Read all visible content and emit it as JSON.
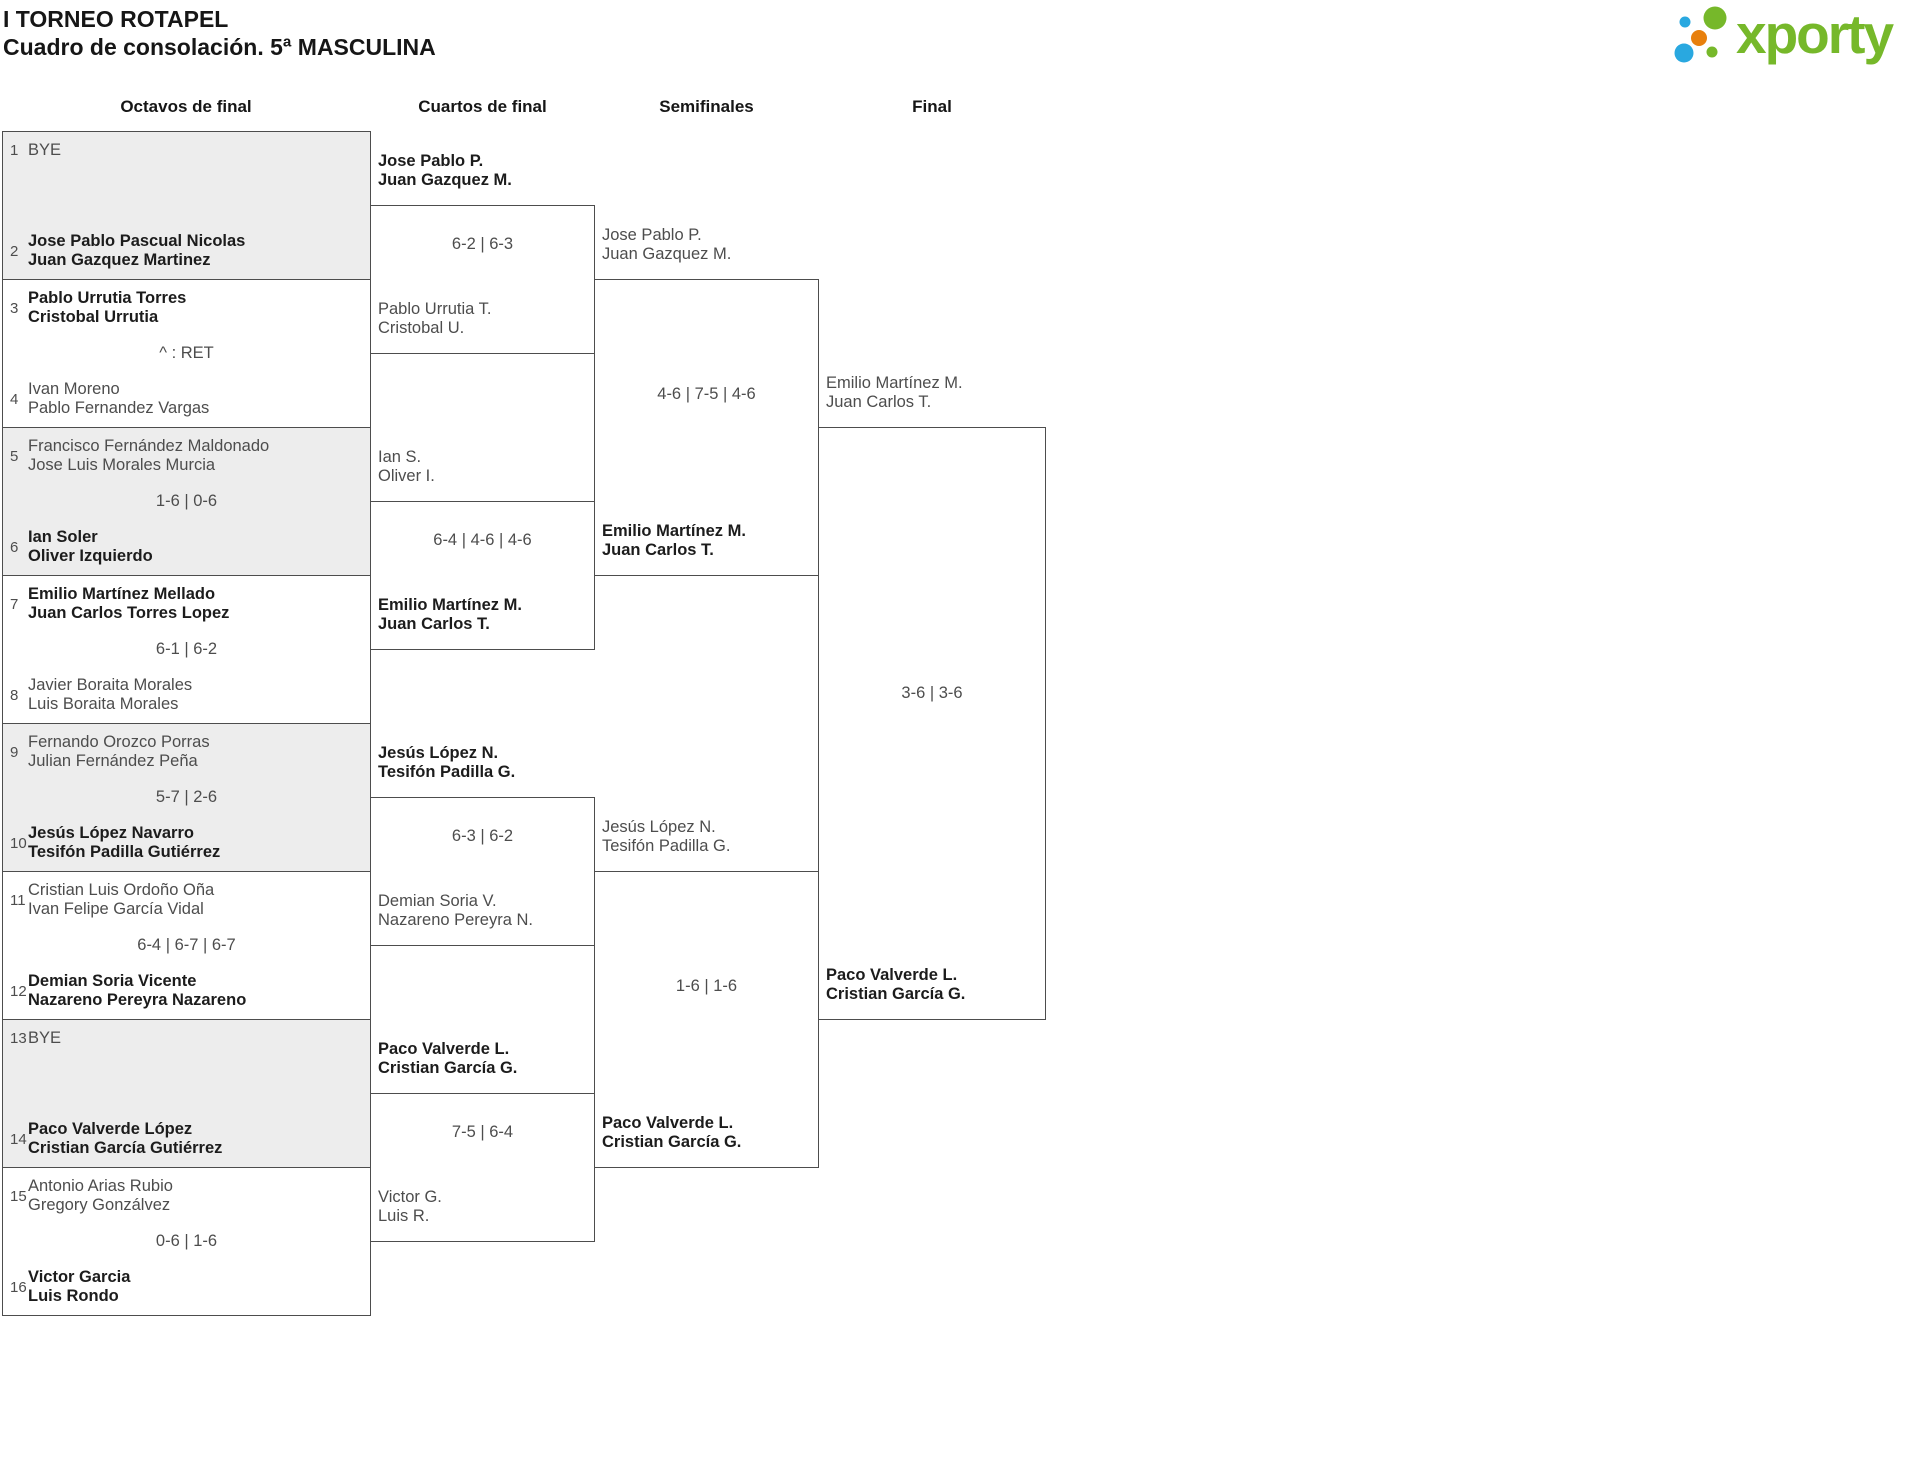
{
  "header": {
    "title_line1": "I TORNEO ROTAPEL",
    "title_line2": "Cuadro de consolación. 5ª MASCULINA"
  },
  "logo": {
    "text": "xporty",
    "colors": {
      "green": "#76b82a",
      "blue": "#29a8e0",
      "orange": "#e8800d"
    }
  },
  "colors": {
    "border": "#4d4d4d",
    "shaded_box": "#ededed",
    "regular_text": "#4d4d4d",
    "winner_text": "#1c1c1c"
  },
  "rounds": [
    {
      "label": "Octavos de final"
    },
    {
      "label": "Cuartos de final"
    },
    {
      "label": "Semifinales"
    },
    {
      "label": "Final"
    }
  ],
  "bracket": {
    "r16": [
      {
        "shaded": true,
        "top": {
          "seed": "1",
          "lines": [
            "BYE"
          ],
          "win": false
        },
        "score": "",
        "bottom": {
          "seed": "2",
          "lines": [
            "Jose Pablo Pascual Nicolas",
            "Juan Gazquez Martinez"
          ],
          "win": true
        }
      },
      {
        "shaded": false,
        "top": {
          "seed": "3",
          "lines": [
            "Pablo Urrutia Torres",
            "Cristobal Urrutia"
          ],
          "win": true
        },
        "score": "^ : RET",
        "bottom": {
          "seed": "4",
          "lines": [
            "Ivan Moreno",
            "Pablo Fernandez Vargas"
          ],
          "win": false
        }
      },
      {
        "shaded": true,
        "top": {
          "seed": "5",
          "lines": [
            "Francisco Fernández Maldonado",
            "Jose Luis Morales Murcia"
          ],
          "win": false
        },
        "score": "1-6 | 0-6",
        "bottom": {
          "seed": "6",
          "lines": [
            "Ian Soler",
            "Oliver Izquierdo"
          ],
          "win": true
        }
      },
      {
        "shaded": false,
        "top": {
          "seed": "7",
          "lines": [
            "Emilio Martínez Mellado",
            "Juan Carlos Torres Lopez"
          ],
          "win": true
        },
        "score": "6-1 | 6-2",
        "bottom": {
          "seed": "8",
          "lines": [
            "Javier Boraita Morales",
            "Luis Boraita Morales"
          ],
          "win": false
        }
      },
      {
        "shaded": true,
        "top": {
          "seed": "9",
          "lines": [
            "Fernando Orozco Porras",
            "Julian Fernández Peña"
          ],
          "win": false
        },
        "score": "5-7 | 2-6",
        "bottom": {
          "seed": "10",
          "lines": [
            "Jesús López Navarro",
            "Tesifón Padilla Gutiérrez"
          ],
          "win": true
        }
      },
      {
        "shaded": false,
        "top": {
          "seed": "11",
          "lines": [
            "Cristian Luis Ordoño Oña",
            "Ivan Felipe García Vidal"
          ],
          "win": false
        },
        "score": "6-4 | 6-7 | 6-7",
        "bottom": {
          "seed": "12",
          "lines": [
            "Demian Soria Vicente",
            "Nazareno Pereyra Nazareno"
          ],
          "win": true
        }
      },
      {
        "shaded": true,
        "top": {
          "seed": "13",
          "lines": [
            "BYE"
          ],
          "win": false
        },
        "score": "",
        "bottom": {
          "seed": "14",
          "lines": [
            "Paco Valverde López",
            "Cristian García Gutiérrez"
          ],
          "win": true
        }
      },
      {
        "shaded": false,
        "top": {
          "seed": "15",
          "lines": [
            "Antonio Arias Rubio",
            "Gregory Gonzálvez"
          ],
          "win": false
        },
        "score": "0-6 | 1-6",
        "bottom": {
          "seed": "16",
          "lines": [
            "Victor Garcia",
            "Luis Rondo"
          ],
          "win": true
        }
      }
    ],
    "quarterfinals": [
      {
        "top": {
          "lines": [
            "Jose Pablo P.",
            "Juan Gazquez M."
          ],
          "win": true
        },
        "score": "6-2 | 6-3",
        "bottom": {
          "lines": [
            "Pablo Urrutia T.",
            "Cristobal U."
          ],
          "win": false
        }
      },
      {
        "top": {
          "lines": [
            "Ian S.",
            "Oliver I."
          ],
          "win": false
        },
        "score": "6-4 | 4-6 | 4-6",
        "bottom": {
          "lines": [
            "Emilio Martínez M.",
            "Juan Carlos T."
          ],
          "win": true
        }
      },
      {
        "top": {
          "lines": [
            "Jesús López N.",
            "Tesifón Padilla G."
          ],
          "win": true
        },
        "score": "6-3 | 6-2",
        "bottom": {
          "lines": [
            "Demian Soria V.",
            "Nazareno Pereyra N."
          ],
          "win": false
        }
      },
      {
        "top": {
          "lines": [
            "Paco Valverde L.",
            "Cristian García G."
          ],
          "win": true
        },
        "score": "7-5 | 6-4",
        "bottom": {
          "lines": [
            "Victor G.",
            "Luis R."
          ],
          "win": false
        }
      }
    ],
    "semifinals": [
      {
        "top": {
          "lines": [
            "Jose Pablo P.",
            "Juan Gazquez M."
          ],
          "win": false
        },
        "score": "4-6 | 7-5 | 4-6",
        "bottom": {
          "lines": [
            "Emilio Martínez M.",
            "Juan Carlos T."
          ],
          "win": true
        }
      },
      {
        "top": {
          "lines": [
            "Jesús López N.",
            "Tesifón Padilla G."
          ],
          "win": false
        },
        "score": "1-6 | 1-6",
        "bottom": {
          "lines": [
            "Paco Valverde L.",
            "Cristian García G."
          ],
          "win": true
        }
      }
    ],
    "final": {
      "top": {
        "lines": [
          "Emilio Martínez M.",
          "Juan Carlos T."
        ],
        "win": false
      },
      "score": "3-6 | 3-6",
      "bottom": {
        "lines": [
          "Paco Valverde L.",
          "Cristian García G."
        ],
        "win": true
      }
    }
  }
}
